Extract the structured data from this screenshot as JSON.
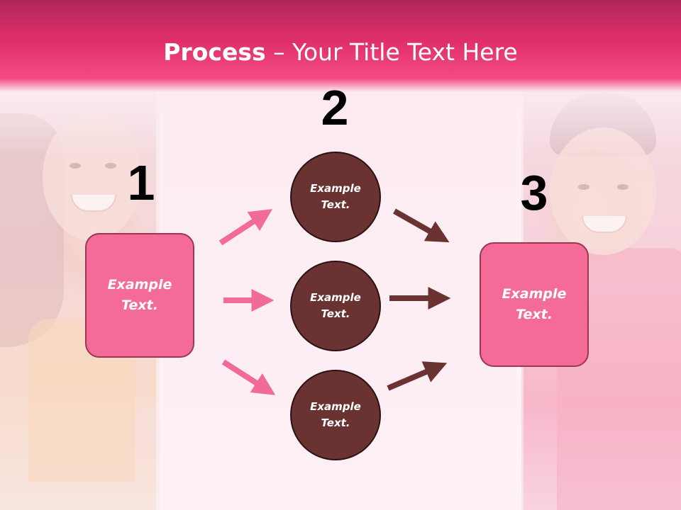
{
  "header": {
    "title_bold": "Process",
    "title_rest": " – Your Title Text Here"
  },
  "steps": {
    "one": "1",
    "two": "2",
    "three": "3"
  },
  "left_box": {
    "label": "Example\nText."
  },
  "circles": [
    {
      "label": "Example\nText."
    },
    {
      "label": "Example\nText."
    },
    {
      "label": "Example\nText."
    }
  ],
  "right_box": {
    "label": "Example\nText."
  },
  "colors": {
    "header": "#e02f6b",
    "box_fill": "#f46b97",
    "circle_fill": "#6b3232",
    "pink_arrow": "#f26a97",
    "brown_arrow": "#6b3232"
  }
}
